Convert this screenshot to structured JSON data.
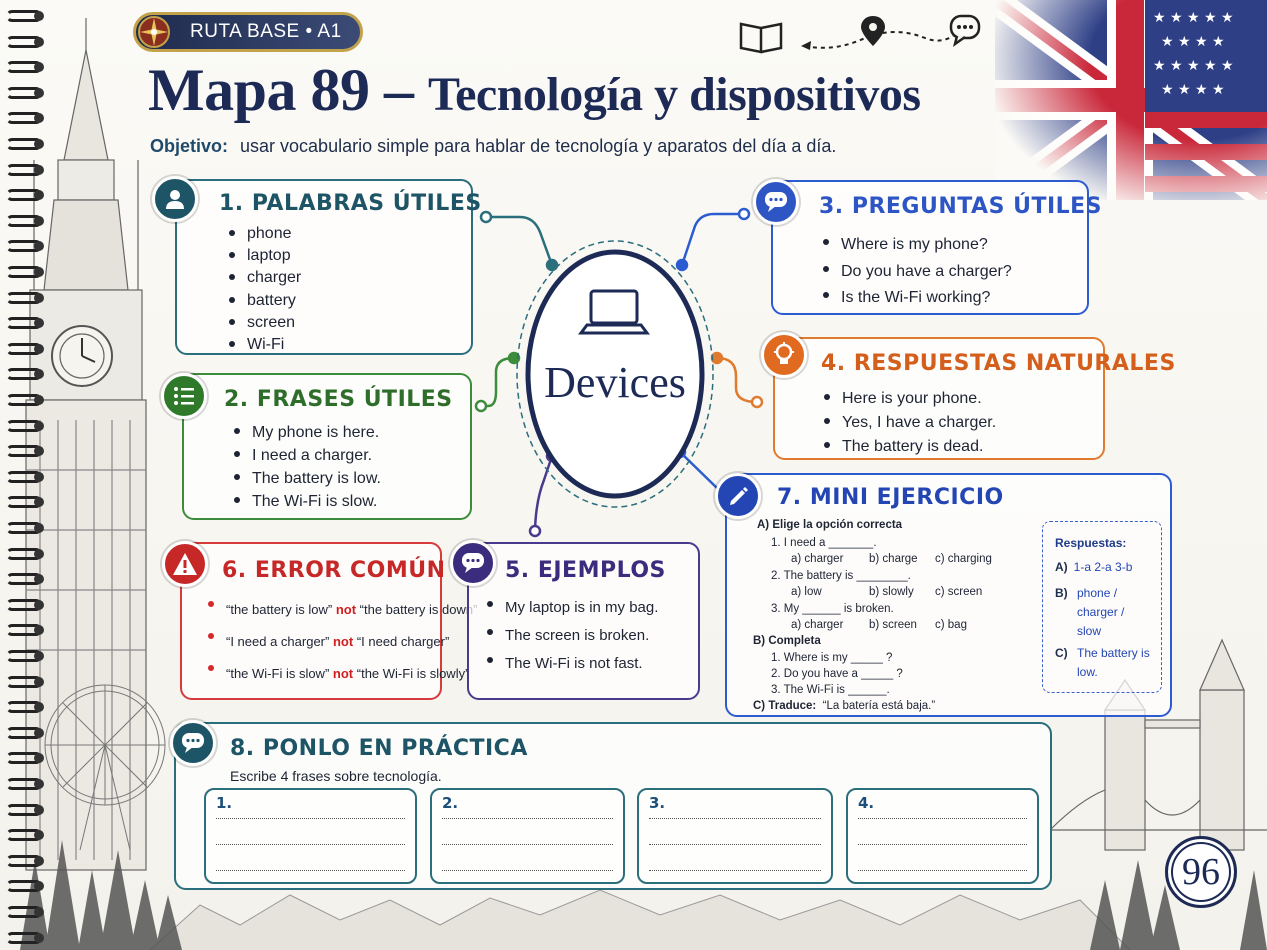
{
  "header": {
    "badge": "RUTA BASE • A1",
    "title": "Mapa 89",
    "title_dash": " – ",
    "subtitle": "Tecnología y dispositivos",
    "objective_label": "Objetivo:",
    "objective_text": "usar vocabulario simple para hablar de tecnología y aparatos del día a día."
  },
  "center": {
    "label": "Devices"
  },
  "card1": {
    "title": "1.  PALABRAS ÚTILES",
    "items": [
      "phone",
      "laptop",
      "charger",
      "battery",
      "screen",
      "Wi-Fi"
    ]
  },
  "card2": {
    "title": "2.  FRASES ÚTILES",
    "items": [
      "My phone is here.",
      "I need a charger.",
      "The battery is low.",
      "The Wi-Fi is slow."
    ]
  },
  "card3": {
    "title": "3.  PREGUNTAS ÚTILES",
    "items": [
      "Where is my phone?",
      "Do you have a charger?",
      "Is the Wi-Fi working?"
    ]
  },
  "card4": {
    "title": "4.  RESPUESTAS NATURALES",
    "items": [
      "Here is your phone.",
      "Yes, I have a charger.",
      "The battery is dead."
    ]
  },
  "card5": {
    "title": "5.  EJEMPLOS",
    "items": [
      "My laptop is in my bag.",
      "The screen is broken.",
      "The Wi-Fi is not fast."
    ]
  },
  "card6": {
    "title": "6.  ERROR  COMÚN",
    "not": "not",
    "items": [
      {
        "right": "“the battery is low”",
        "wrong": "“the battery is down”"
      },
      {
        "right": "“I need a charger”",
        "wrong": "“I need charger”"
      },
      {
        "right": "“the Wi-Fi is slow”",
        "wrong": "“the Wi-Fi is slowly”"
      }
    ]
  },
  "card7": {
    "title": "7.  MINI EJERCICIO",
    "sectionA": "A)   Elige la opción correcta",
    "q1": "1.   I need a _______.",
    "q1_opts": [
      "a)  charger",
      "b)  charge",
      "c)  charging"
    ],
    "q2": "2.   The battery is ________.",
    "q2_opts": [
      "a)  low",
      "b)  slowly",
      "c)  screen"
    ],
    "q3": "3.   My ______  is broken.",
    "q3_opts": [
      "a)  charger",
      "b)  screen",
      "c)  bag"
    ],
    "sectionB": "B)   Completa",
    "b1": "1.   Where is my _____ ?",
    "b2": "2.   Do you have a _____ ?",
    "b3": "3.   The Wi-Fi is ______.",
    "sectionC_label": "C)   Traduce:",
    "sectionC_text": "“La batería está baja.”",
    "answers": {
      "title": "Respuestas:",
      "a_label": "A)",
      "a_text": "1-a   2-a   3-b",
      "b_label": "B)",
      "b_lines": [
        "phone /",
        "charger /",
        "slow"
      ],
      "c_label": "C)",
      "c_lines": [
        "The battery is",
        "low."
      ]
    }
  },
  "card8": {
    "title": "8.  PONLO  EN  PRÁCTICA",
    "instruction": "Escribe 4 frases sobre tecnología.",
    "boxes": [
      "1.",
      "2.",
      "3.",
      "4."
    ]
  },
  "page_number": "96",
  "colors": {
    "navy": "#1c2a55",
    "teal": "#2b6e7c",
    "green": "#3c8c3c",
    "blue": "#2d5bd0",
    "orange": "#e07a2e",
    "red": "#d63a3a",
    "purple": "#4a3a8e"
  },
  "icons": {
    "card1": "user-icon",
    "card2": "list-icon",
    "card3": "speech-bubble-icon",
    "card4": "lightbulb-icon",
    "card5": "chat-icon",
    "card6": "warning-icon",
    "card7": "pencil-icon",
    "card8": "chat-icon",
    "center": "laptop-icon"
  }
}
